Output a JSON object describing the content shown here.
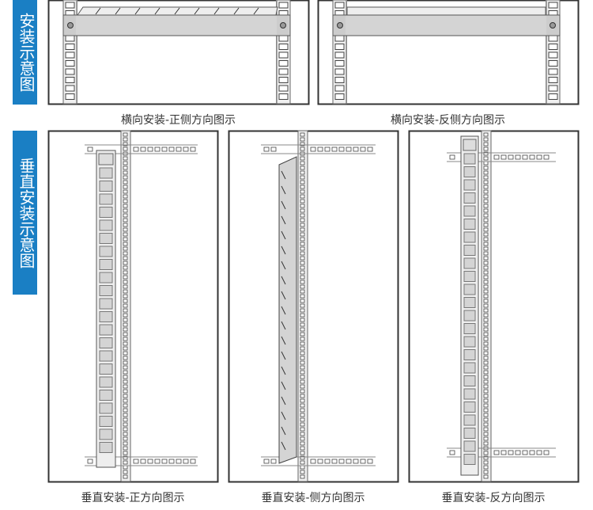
{
  "side_labels": {
    "horizontal": "安装示意图",
    "vertical": "垂直安装示意图"
  },
  "captions": {
    "horizontal_front": "横向安装-正侧方向图示",
    "horizontal_back": "横向安装-反侧方向图示",
    "vertical_front": "垂直安装-正方向图示",
    "vertical_side": "垂直安装-侧方向图示",
    "vertical_back": "垂直安装-反方向图示"
  },
  "colors": {
    "badge": "#1a7fc4",
    "frame": "#333333",
    "pdu_fill": "#d4d4d4",
    "rail_fill": "#efefef"
  }
}
